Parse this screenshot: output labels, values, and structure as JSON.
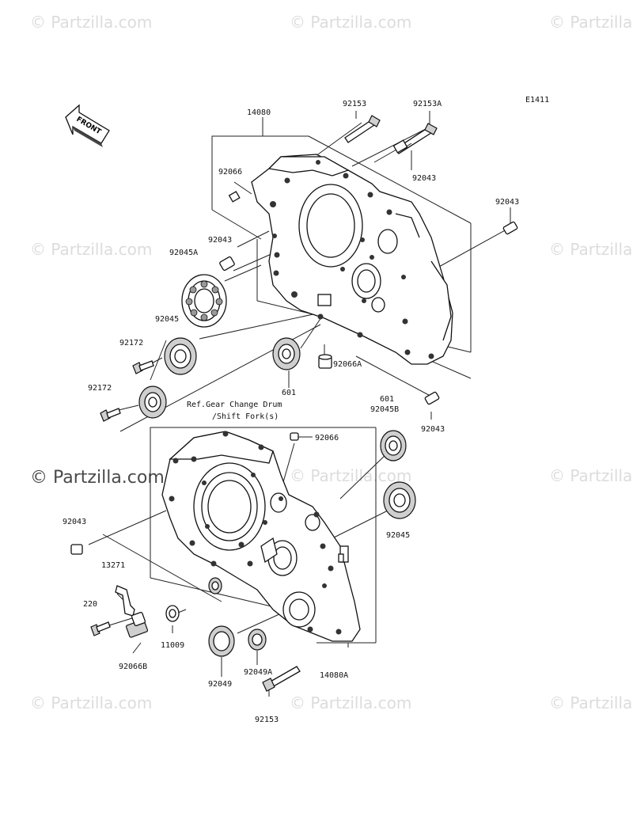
{
  "diagram_code": "E1411",
  "front_label": "FRONT",
  "watermark": "Partzilla.com",
  "watermark_main": "Partzilla.com",
  "labels": {
    "p14080": "14080",
    "p92153_top": "92153",
    "p92153A": "92153A",
    "p92066_top": "92066",
    "p92043_a": "92043",
    "p92043_b": "92043",
    "p92043_c": "92043",
    "p92045A": "92045A",
    "p92045_top": "92045",
    "p92172_a": "92172",
    "p92172_b": "92172",
    "p92066A": "92066A",
    "p601_a": "601",
    "p601_b": "601",
    "p92045B": "92045B",
    "p92043_d": "92043",
    "ref_line1": "Ref.Gear Change Drum",
    "ref_line2": "/Shift Fork(s)",
    "p92066_mid": "92066",
    "p92043_e": "92043",
    "p92045_bot": "92045",
    "p13271": "13271",
    "p220": "220",
    "p11009": "11009",
    "p92066B": "92066B",
    "p92049": "92049",
    "p92049A": "92049A",
    "p14080A": "14080A",
    "p92153_bot": "92153"
  }
}
